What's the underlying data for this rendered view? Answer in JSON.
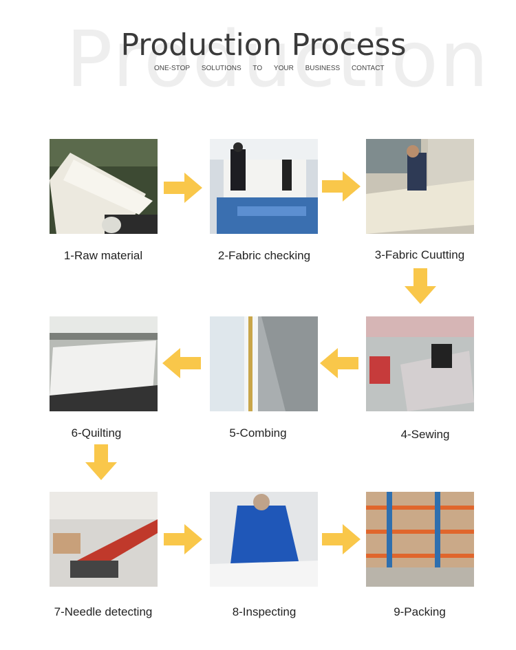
{
  "header": {
    "background_word": "Production",
    "title": "Production Process",
    "subtitle_words": [
      "ONE-STOP",
      "SOLUTIONS",
      "TO",
      "YOUR",
      "BUSINESS",
      "CONTACT"
    ]
  },
  "accent_color": "#f9c74a",
  "steps": [
    {
      "label": "1-Raw material"
    },
    {
      "label": "2-Fabric checking"
    },
    {
      "label": "3-Fabric Cuutting"
    },
    {
      "label": "4-Sewing"
    },
    {
      "label": "5-Combing"
    },
    {
      "label": "6-Quilting"
    },
    {
      "label": "7-Needle detecting"
    },
    {
      "label": "8-Inspecting"
    },
    {
      "label": "9-Packing"
    }
  ]
}
